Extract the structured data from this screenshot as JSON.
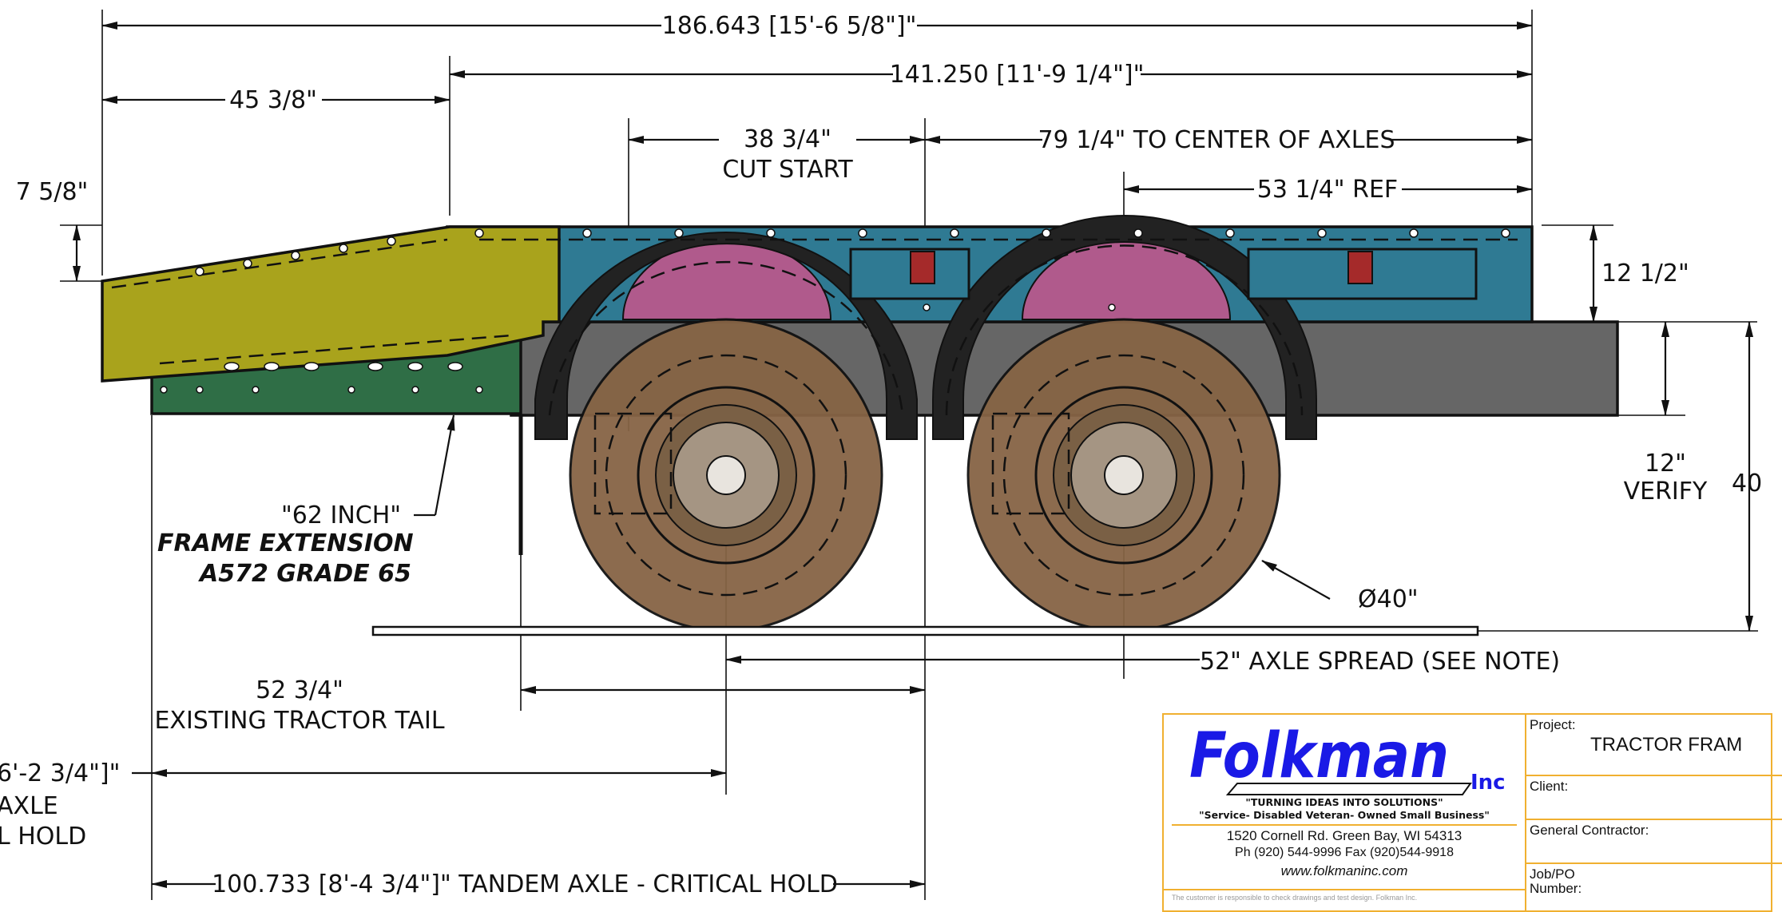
{
  "dimensions": {
    "overall_length": "186.643 [15'-6 5/8\"]\"",
    "deck_length": "141.250 [11'-9 1/4\"]\"",
    "beavertail_length": "45 3/8\"",
    "cut_start_value": "38 3/4\"",
    "cut_start_label": "CUT START",
    "center_of_axles": "79 1/4\" TO CENTER OF AXLES",
    "ref_dim": "53 1/4\" REF",
    "tail_drop": "7 5/8\"",
    "deck_height": "12 1/2\"",
    "frame_verify_value": "12\"",
    "frame_verify_label": "VERIFY",
    "overall_height": "40",
    "tire_diameter": "Ø40\"",
    "axle_spread": "52\" AXLE SPREAD (SEE NOTE)",
    "tractor_tail_value": "52 3/4\"",
    "tractor_tail_label": "EXISTING TRACTOR TAIL",
    "left_partial_1": "6'-2 3/4\"]\"",
    "left_partial_2": "AXLE",
    "left_partial_3": "L HOLD",
    "tandem_axle": "100.733 [8'-4 3/4\"]\"  TANDEM AXLE - CRITICAL HOLD"
  },
  "notes": {
    "frame_inch": "\"62 INCH\"",
    "frame_extension": "FRAME EXTENSION",
    "grade": "A572 GRADE 65"
  },
  "colors": {
    "beavertail": "#a9a31c",
    "frame_extension": "#2f6e46",
    "deck": "#2f7a93",
    "frame_rail": "#666666",
    "fender": "#222222",
    "brake_drum": "#b05a8c",
    "tire": "#866445",
    "title_block_border": "#f0b030",
    "logo_blue": "#1a1ae6"
  },
  "title_block": {
    "company": "Folkman",
    "company_suffix": "Inc",
    "tagline": "\"TURNING IDEAS INTO SOLUTIONS\"",
    "subtitle": "\"Service- Disabled  Veteran- Owned Small Business\"",
    "address": "1520 Cornell Rd.  Green Bay, WI 54313",
    "phone": "Ph  (920) 544-9996   Fax  (920)544-9918",
    "website": "www.folkmaninc.com",
    "disclaimer": "The customer is responsible to check drawings and test design. Folkman Inc.",
    "project_label": "Project:",
    "project_value": "TRACTOR FRAM",
    "client_label": "Client:",
    "gc_label": "General Contractor:",
    "job_label_1": "Job/PO",
    "job_label_2": "Number:"
  }
}
